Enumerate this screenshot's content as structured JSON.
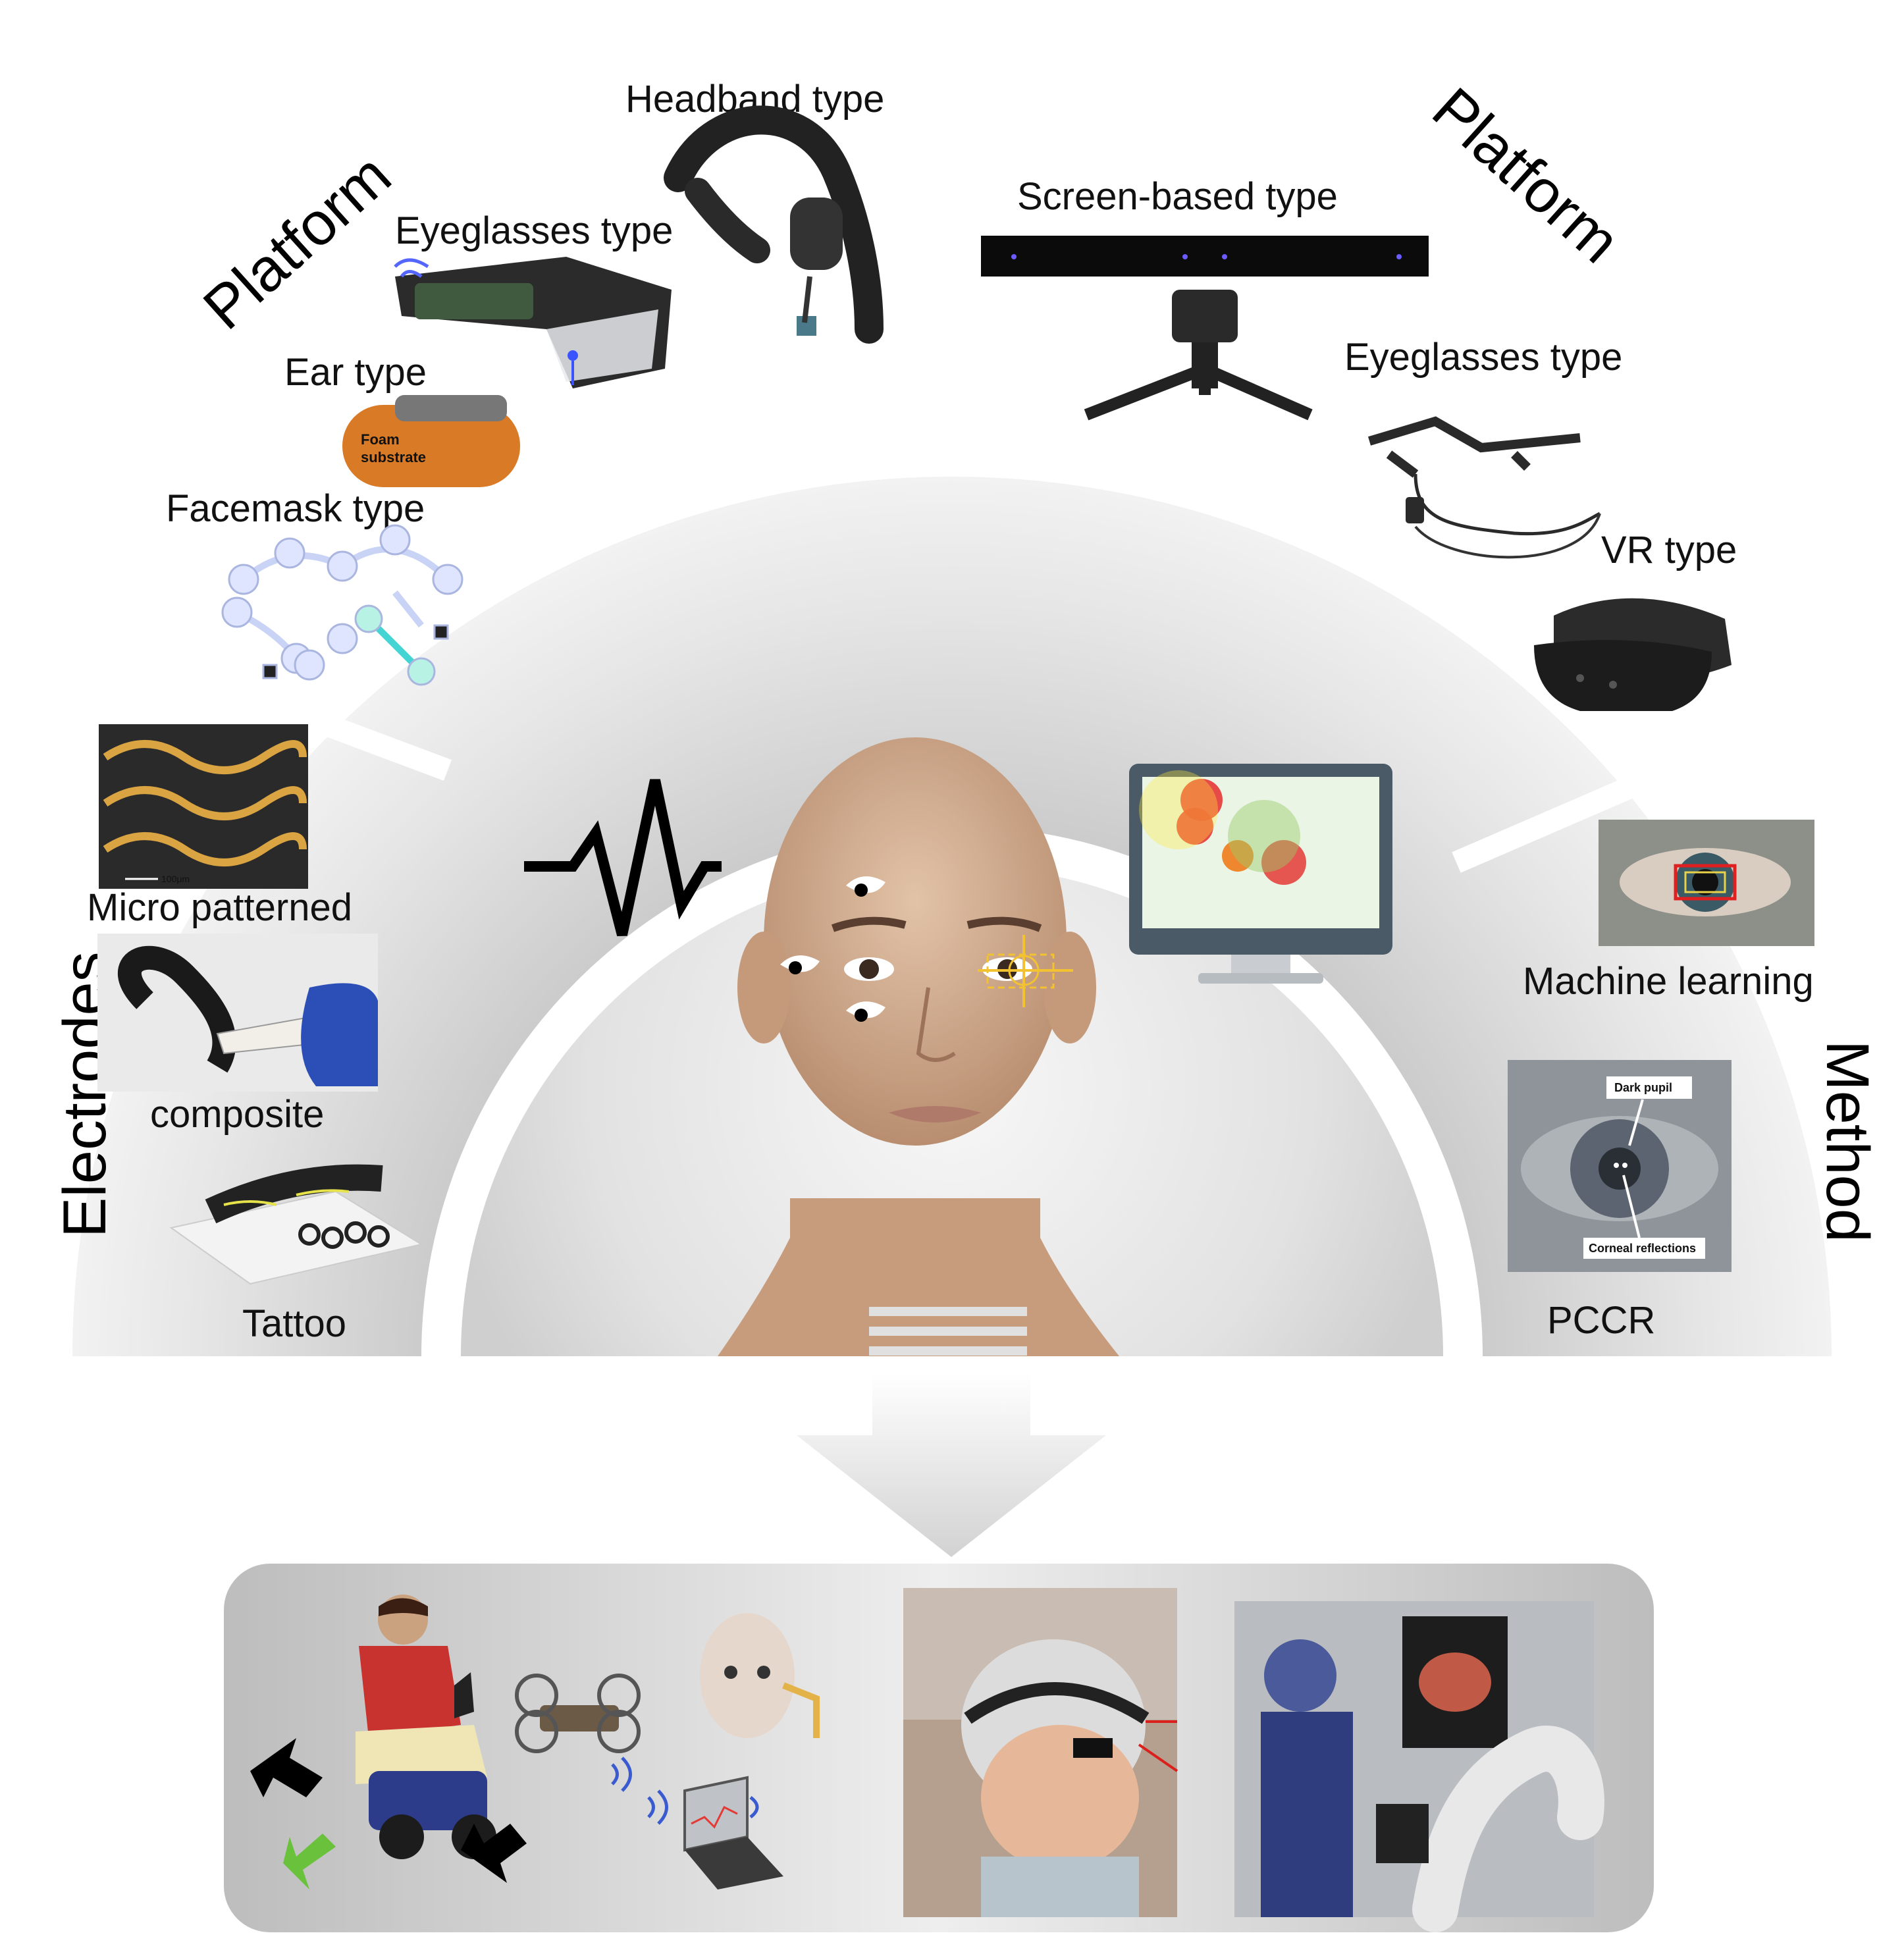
{
  "sections": {
    "platform_left": "Platform",
    "platform_right": "Platform",
    "electrodes": "Electrodes",
    "method": "Method"
  },
  "eog_platforms": {
    "headband": "Headband type",
    "eyeglasses": "Eyeglasses type",
    "ear": "Ear type",
    "ear_inset": [
      "Foam",
      "substrate"
    ],
    "facemask": "Facemask type"
  },
  "video_platforms": {
    "screen": "Screen-based type",
    "eyeglasses": "Eyeglasses type",
    "vr": "VR type"
  },
  "electrodes": {
    "micro": "Micro patterned",
    "micro_scale": "100μm",
    "composite": "composite",
    "tattoo": "Tattoo"
  },
  "methods": {
    "ml": "Machine learning",
    "pccr": "PCCR",
    "pccr_dark_pupil": "Dark pupil",
    "pccr_corneal": "Corneal reflections"
  },
  "colors": {
    "ring_light": "#f4f4f4",
    "ring_dark": "#c8c8c8",
    "arrow": "#d9d9d9",
    "crosshair": "#f2c230"
  },
  "icons": [
    "waveform-icon",
    "heatmap-monitor-icon",
    "down-arrow-icon"
  ]
}
